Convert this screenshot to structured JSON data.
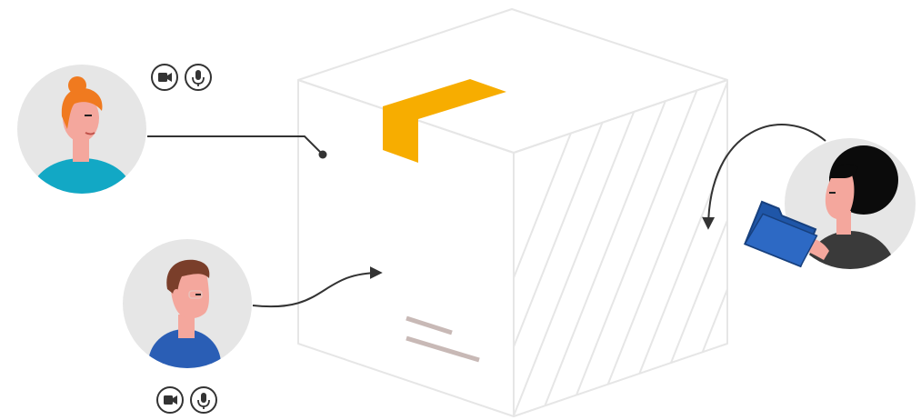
{
  "colors": {
    "background": "#ffffff",
    "box_outline": "#e6e6e6",
    "tape": "#f7ad00",
    "avatar_bg": "#e6e6e6",
    "connector": "#333333",
    "skin": "#f4a79d",
    "person1_hair": "#f07a1f",
    "person1_shirt": "#12a8c5",
    "person2_hair": "#7a3e2a",
    "person2_shirt": "#2a5eb5",
    "person3_hair": "#0b0b0b",
    "person3_shirt": "#3a3a3a",
    "folder": "#1f56a8",
    "label_lines": "#c8b9b6"
  },
  "participants": [
    {
      "name": "participant-1",
      "media_icons": [
        "video-camera-icon",
        "microphone-icon"
      ],
      "connection": "line-with-dot-to-box"
    },
    {
      "name": "participant-2",
      "media_icons": [
        "video-camera-icon",
        "microphone-icon"
      ],
      "connection": "arrow-into-box"
    },
    {
      "name": "participant-3",
      "media_icons": [],
      "props": [
        "folder-icon"
      ],
      "connection": "circular-arrow"
    }
  ],
  "box": {
    "icon": "shipping-box-icon"
  }
}
